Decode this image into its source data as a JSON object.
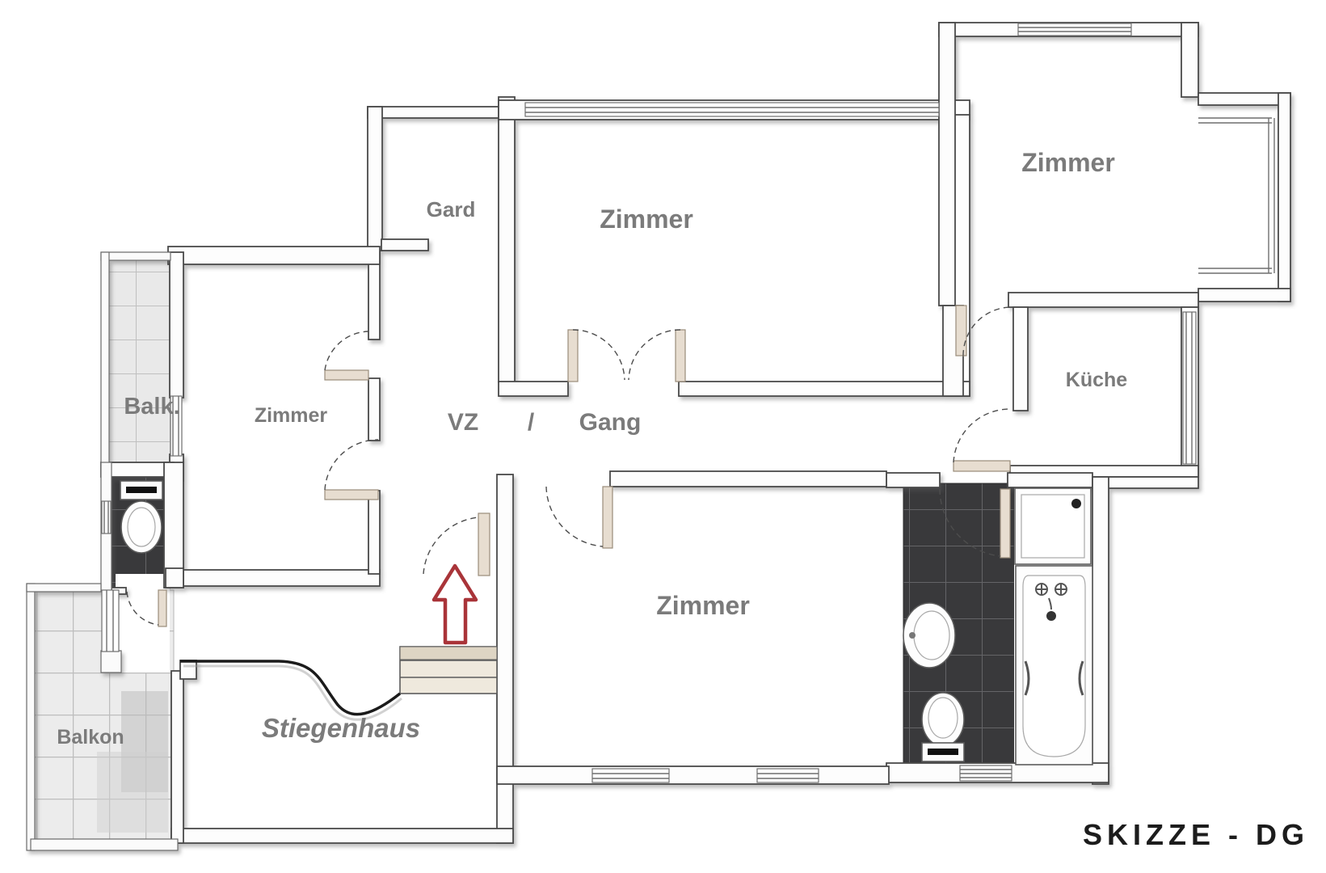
{
  "title": {
    "label": "SKIZZE - DG"
  },
  "rooms": {
    "gard": "Gard",
    "zimmer_top": "Zimmer",
    "zimmer_right": "Zimmer",
    "kueche": "Küche",
    "balk": "Balk.",
    "zimmer_left": "Zimmer",
    "vz": "VZ",
    "separator": "/",
    "gang": "Gang",
    "zimmer_bottom": "Zimmer",
    "stiegenhaus": "Stiegenhaus",
    "balkon": "Balkon"
  },
  "icons": {
    "entrance_arrow": "up-arrow",
    "fixtures": [
      "toilet",
      "toilet",
      "washbasin",
      "bathtub",
      "shower-tray",
      "stairs"
    ]
  },
  "colors": {
    "wall_outline": "#4a4a4a",
    "label_gray": "#7b7b7b",
    "arrow_red": "#a93439",
    "tile_dark": "#39393b",
    "tile_light": "#e9e9e9",
    "door_leaf": "#e7ddd0",
    "title_black": "#1c1c1c"
  }
}
